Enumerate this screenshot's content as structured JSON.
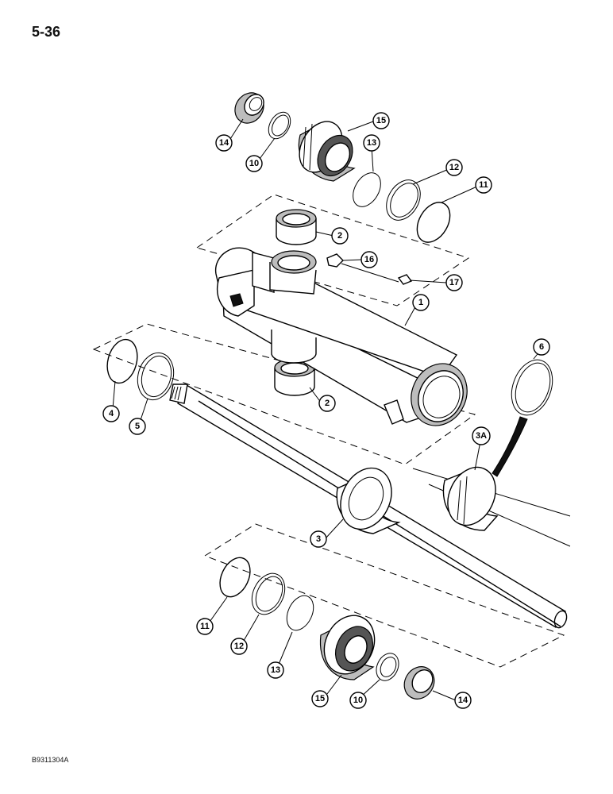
{
  "page": {
    "page_number": "5-36",
    "figure_code": "B9311304A"
  },
  "callouts": [
    {
      "id": "c14a",
      "label": "14"
    },
    {
      "id": "c10a",
      "label": "10"
    },
    {
      "id": "c15a",
      "label": "15"
    },
    {
      "id": "c13a",
      "label": "13"
    },
    {
      "id": "c12a",
      "label": "12"
    },
    {
      "id": "c11a",
      "label": "11"
    },
    {
      "id": "c2a",
      "label": "2"
    },
    {
      "id": "c16",
      "label": "16"
    },
    {
      "id": "c17",
      "label": "17"
    },
    {
      "id": "c1",
      "label": "1"
    },
    {
      "id": "c2b",
      "label": "2"
    },
    {
      "id": "c4",
      "label": "4"
    },
    {
      "id": "c5",
      "label": "5"
    },
    {
      "id": "c6",
      "label": "6"
    },
    {
      "id": "c3a",
      "label": "3A"
    },
    {
      "id": "c3",
      "label": "3"
    },
    {
      "id": "c11b",
      "label": "11"
    },
    {
      "id": "c12b",
      "label": "12"
    },
    {
      "id": "c13b",
      "label": "13"
    },
    {
      "id": "c15b",
      "label": "15"
    },
    {
      "id": "c10b",
      "label": "10"
    },
    {
      "id": "c14b",
      "label": "14"
    }
  ]
}
